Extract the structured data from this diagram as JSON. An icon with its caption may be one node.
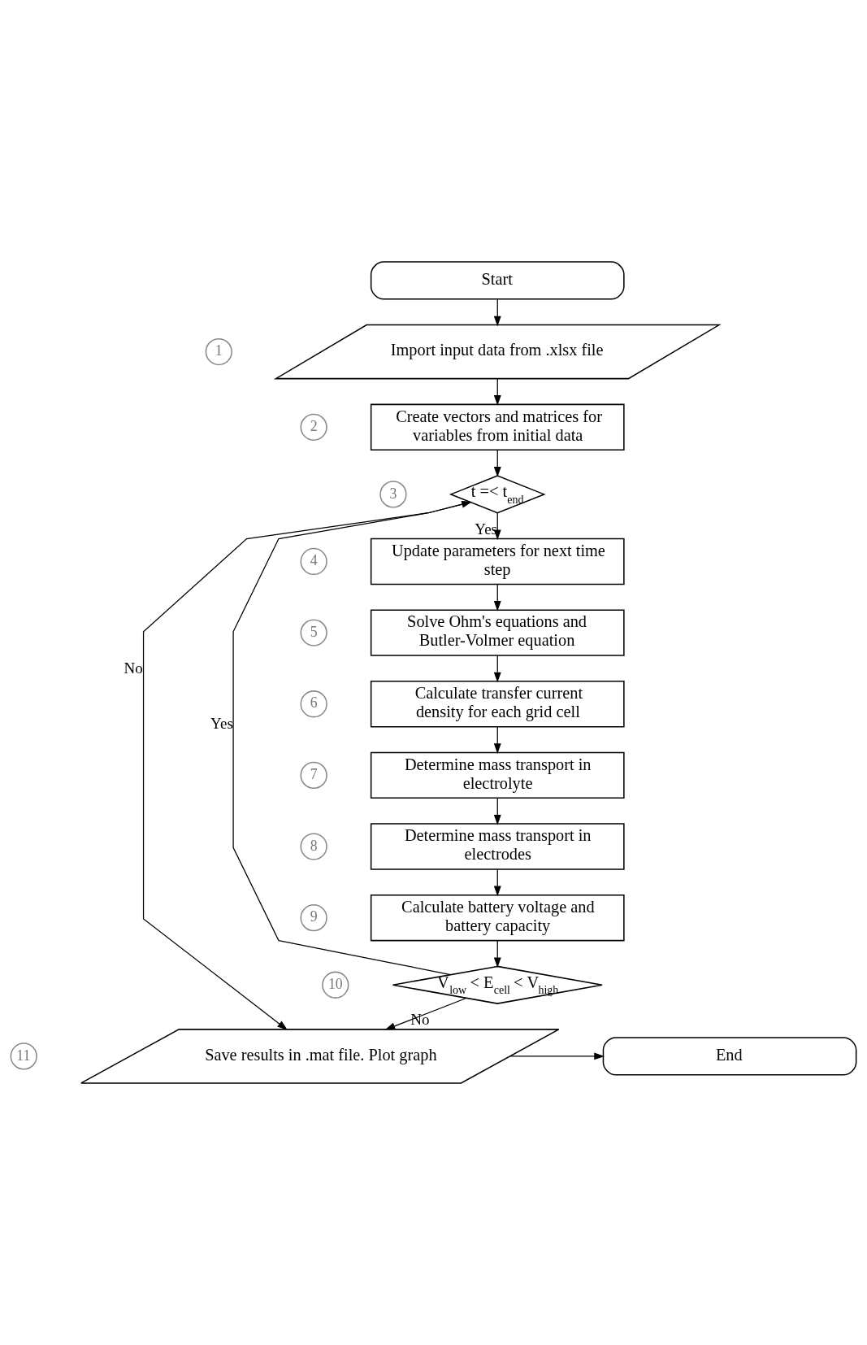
{
  "diagram": {
    "nodes": [
      {
        "text": [
          "Start"
        ]
      },
      {
        "text": [
          "Import input data from .xlsx file"
        ],
        "beside": [
          "1"
        ]
      },
      {
        "text": [
          "Create vectors and matrices for variables from initial data"
        ],
        "beside": [
          "2"
        ]
      },
      {
        "text": [
          "t =< t$_{end}$"
        ],
        "beside": [
          "3"
        ]
      },
      {
        "text": [
          "Update parameters for next time step"
        ],
        "beside": [
          "4"
        ]
      },
      {
        "text": [
          "Solve Ohm's equations and Butler-Volmer equation"
        ],
        "beside": [
          "5"
        ]
      },
      {
        "text": [
          "Calculate transfer current density for each grid cell"
        ],
        "beside": [
          "6"
        ]
      },
      {
        "text": [
          "Determine mass transport in electrolyte"
        ],
        "beside": [
          "7"
        ]
      },
      {
        "text": [
          "Determine mass transport in electrodes"
        ],
        "beside": [
          "8"
        ]
      },
      {
        "text": [
          "Calculate battery voltage and battery capacity"
        ],
        "beside": [
          "9"
        ]
      },
      {
        "text": [
          "V$_{low}$ < E$_{cell}$ < V$_{high}$"
        ],
        "beside": [
          "10"
        ]
      },
      {
        "text": [
          "Save results in .mat file. Plot graph"
        ],
        "beside": [
          "11"
        ]
      },
      {
        "text": [
          "End"
        ]
      }
    ],
    "edges": [
      {
        "from": 0,
        "to": 1,
        "arrow": "to"
      },
      {
        "from": 1,
        "to": 2,
        "arrow": "to"
      },
      {
        "from": 2,
        "to": 3,
        "arrow": "to"
      },
      {
        "from": 3,
        "to": 4,
        "arrow": "to",
        "label": "Yes"
      },
      {
        "from": 3,
        "to": 11,
        "arrow": "to",
        "label": "No"
      },
      {
        "from": 4,
        "to": 5,
        "arrow": "to"
      },
      {
        "from": 5,
        "to": 6,
        "arrow": "to"
      },
      {
        "from": 6,
        "to": 7,
        "arrow": "to"
      },
      {
        "from": 7,
        "to": 8,
        "arrow": "to"
      },
      {
        "from": 8,
        "to": 9,
        "arrow": "to"
      },
      {
        "from": 9,
        "to": 10,
        "arrow": "to"
      },
      {
        "from": 10,
        "to": 3,
        "arrow": "to",
        "label": "Yes"
      },
      {
        "from": 10,
        "to": 11,
        "arrow": "to",
        "label": "No"
      },
      {
        "from": 11,
        "to": 12,
        "arrow": "to"
      }
    ]
  }
}
